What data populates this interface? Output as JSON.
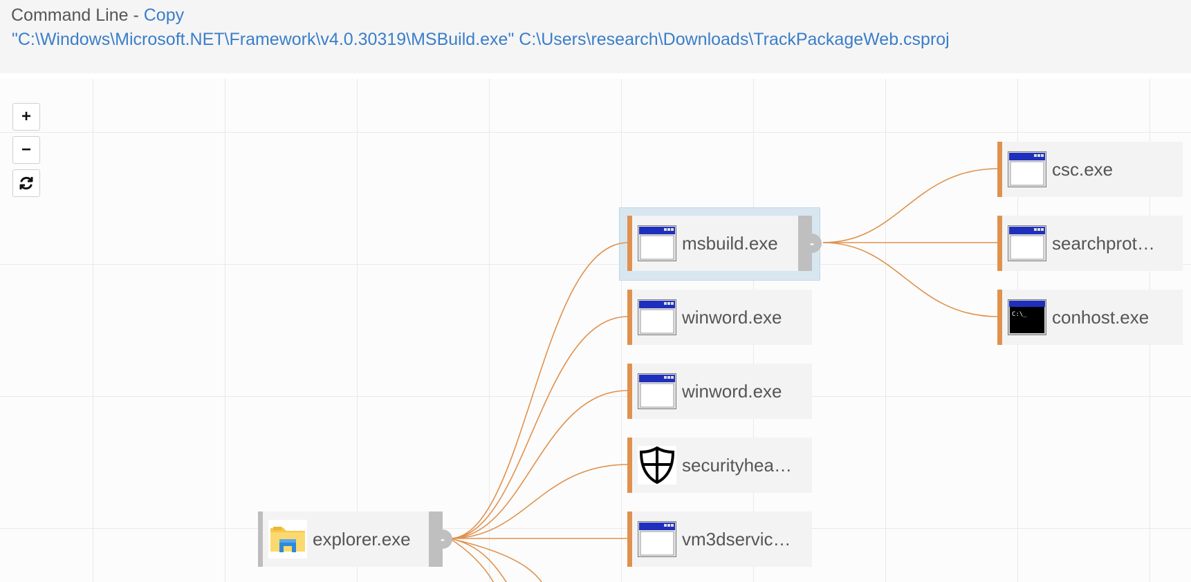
{
  "command_panel": {
    "label": "Command Line - ",
    "copy_label": "Copy",
    "command": "\"C:\\Windows\\Microsoft.NET\\Framework\\v4.0.30319\\MSBuild.exe\" C:\\Users\\research\\Downloads\\TrackPackageWeb.csproj"
  },
  "zoom_controls": {
    "zoom_in": "+",
    "zoom_out": "−",
    "reset_icon": "refresh-icon"
  },
  "colors": {
    "edge": "#e0914d",
    "node_accent": "#e0914d",
    "root_accent": "#bdbdbd",
    "selected": "#d8e6f0",
    "link": "#3a7ec9"
  },
  "process_tree": {
    "root": {
      "name": "explorer.exe",
      "icon": "folder-icon",
      "collapse": "-"
    },
    "children": [
      {
        "name": "msbuild.exe",
        "icon": "window-icon",
        "selected": true,
        "collapse": "-"
      },
      {
        "name": "winword.exe",
        "icon": "window-icon"
      },
      {
        "name": "winword.exe",
        "icon": "window-icon"
      },
      {
        "name": "securityhea…",
        "icon": "shield-icon"
      },
      {
        "name": "vm3dservic…",
        "icon": "window-icon"
      }
    ],
    "msbuild_children": [
      {
        "name": "csc.exe",
        "icon": "window-icon"
      },
      {
        "name": "searchprot…",
        "icon": "window-icon"
      },
      {
        "name": "conhost.exe",
        "icon": "console-icon"
      }
    ]
  }
}
